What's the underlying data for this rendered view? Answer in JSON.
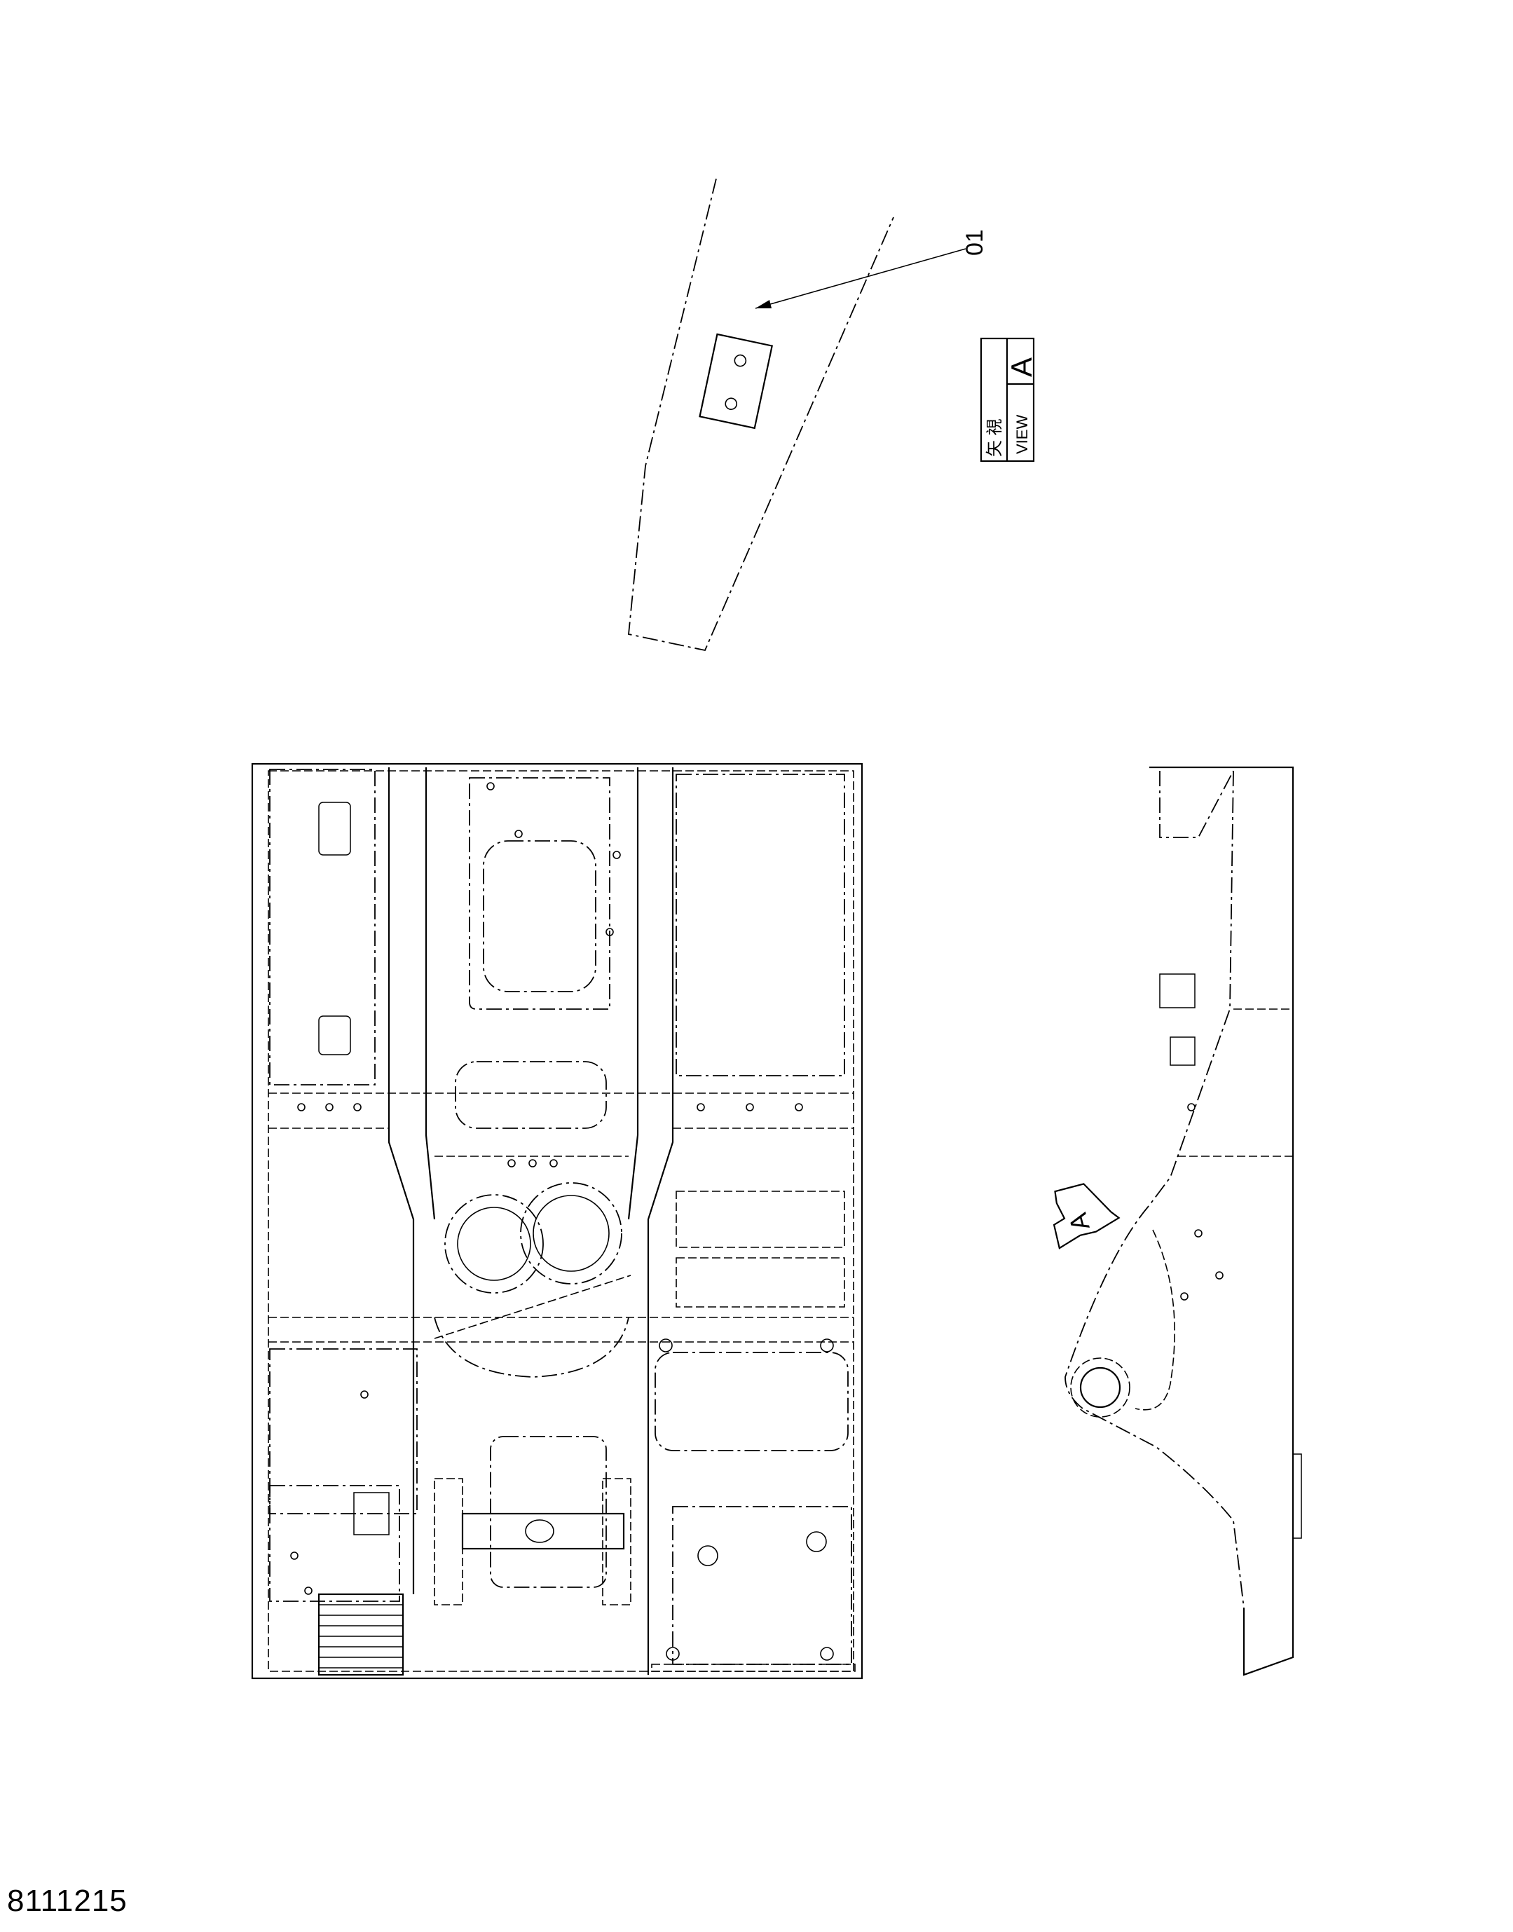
{
  "callout": {
    "part_number": "01"
  },
  "view_label": {
    "kanji": "矢 視",
    "word": "VIEW",
    "letter": "A"
  },
  "view_arrow": {
    "letter": "A"
  },
  "drawing_number": "8111215"
}
